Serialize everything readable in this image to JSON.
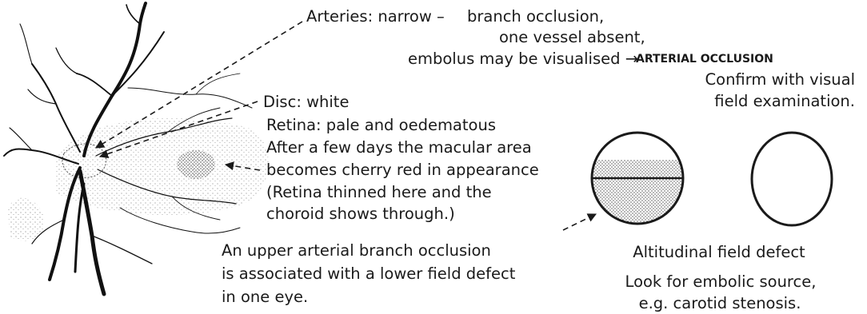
{
  "arteries": {
    "line1": "Arteries: narrow –",
    "line1b": "branch occlusion,",
    "line2": "one vessel absent,",
    "line3": "embolus may be visualised →",
    "line3_tag": "ARTERIAL OCCLUSION"
  },
  "confirm": {
    "line1": "Confirm with visual",
    "line2": "field examination."
  },
  "disc_block": {
    "lines": [
      "Disc: white",
      "Retina: pale and oedematous",
      "After a few days the macular area",
      "becomes cherry red in appearance",
      "(Retina thinned here and the",
      "choroid shows through.)"
    ]
  },
  "branch_note": {
    "lines": [
      "An upper arterial branch occlusion",
      "is associated with a lower field defect",
      "in one eye."
    ]
  },
  "fields": {
    "caption": "Altitudinal field defect",
    "look_line1": "Look for embolic source,",
    "look_line2": "e.g. carotid stenosis."
  }
}
